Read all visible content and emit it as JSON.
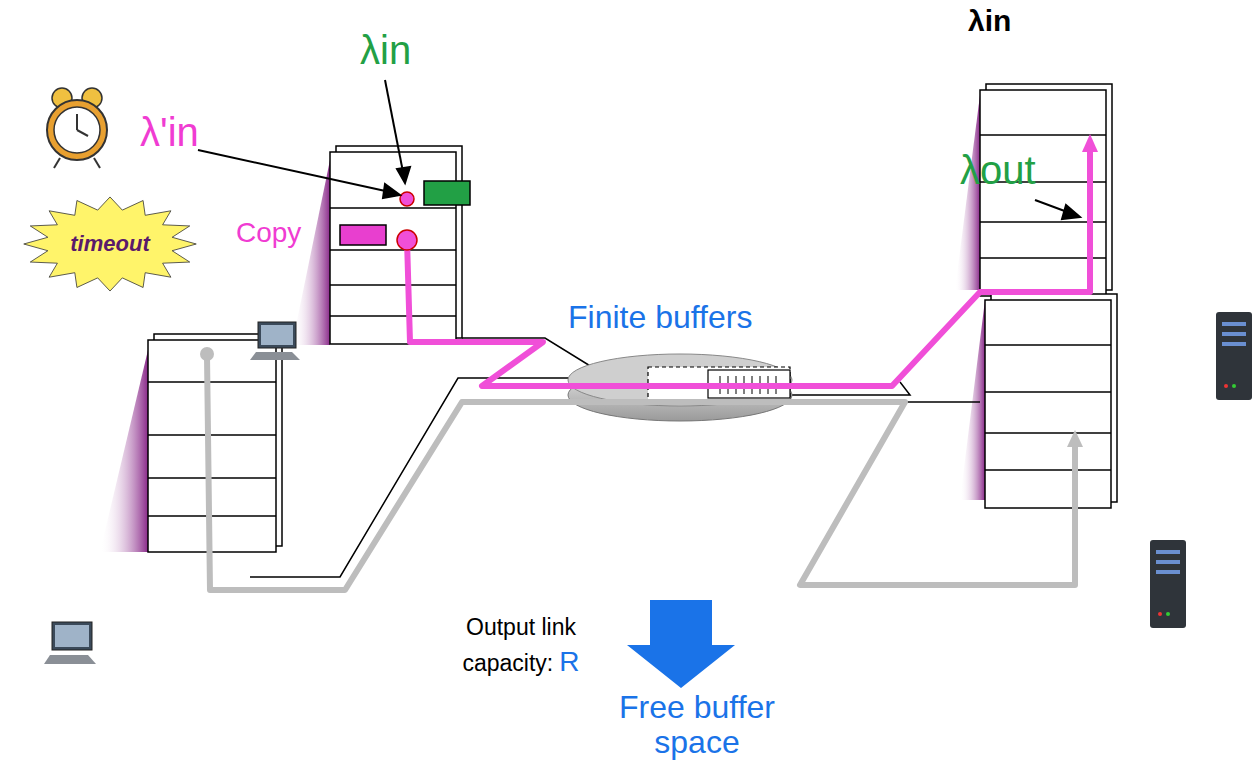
{
  "diagram": {
    "nodes": [
      {
        "text": [
          "timeout"
        ]
      }
    ],
    "labels": [
      "λ'in",
      "λin",
      "λin",
      "Copy",
      "λout",
      "Finite buffers",
      "Output link capacity:",
      "R",
      "Free buffer space"
    ]
  }
}
